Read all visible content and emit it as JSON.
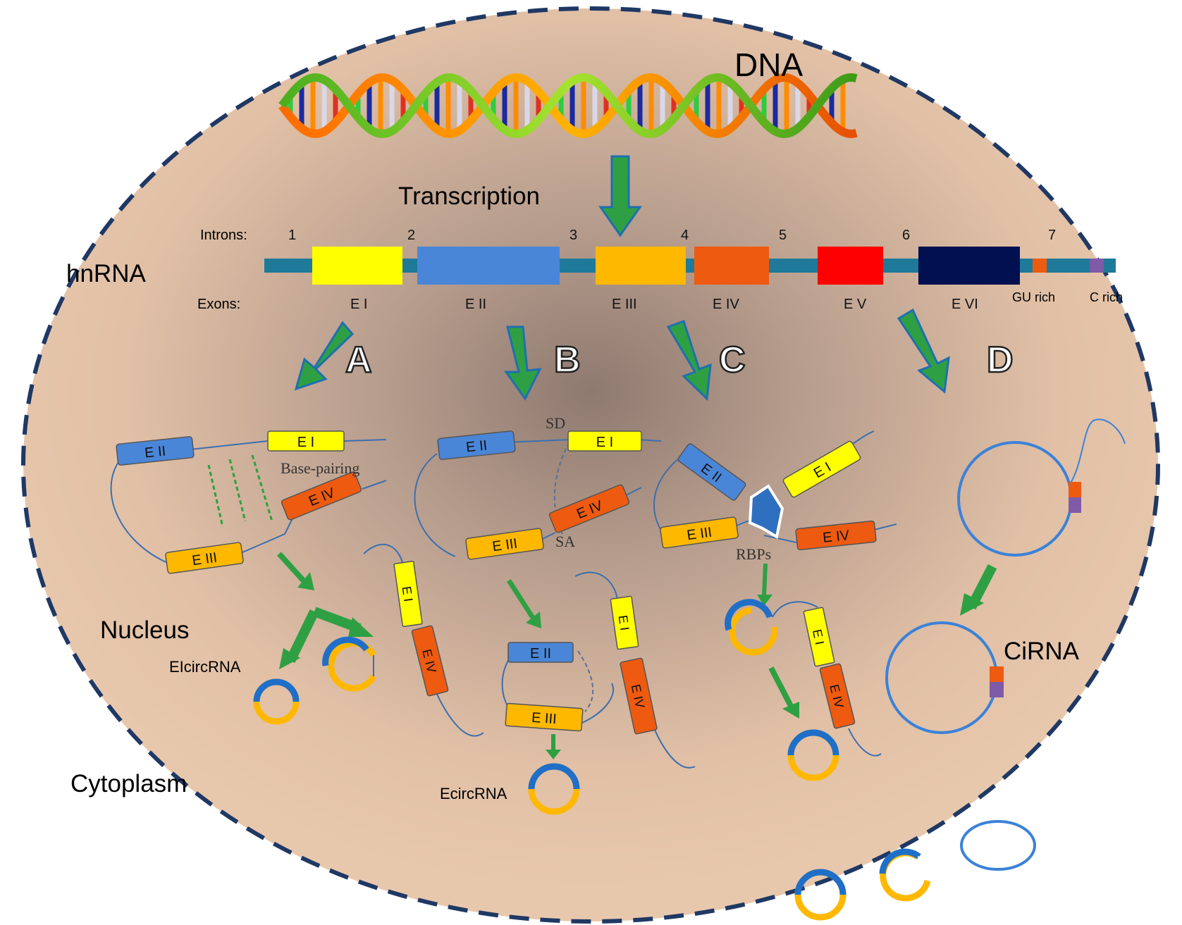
{
  "title": "DNA",
  "transcription": "Transcription",
  "hnrna": "hnRNA",
  "introns_label": "Introns:",
  "introns": [
    "1",
    "2",
    "3",
    "4",
    "5",
    "6",
    "7"
  ],
  "exons_label": "Exons:",
  "exons": [
    "E I",
    "E II",
    "E III",
    "E IV",
    "E V",
    "E VI"
  ],
  "gu_rich": "GU rich",
  "c_rich": "C rich",
  "pathways": [
    "A",
    "B",
    "C",
    "D"
  ],
  "labels": {
    "base_pairing": "Base-pairing",
    "sd": "SD",
    "sa": "SA",
    "rbps": "RBPs",
    "nucleus": "Nucleus",
    "cytoplasm": "Cytoplasm",
    "elcircrna": "EIcircRNA",
    "ecircrna": "EcircRNA",
    "cirna": "CiRNA"
  },
  "colors": {
    "e1": "#ffff00",
    "e2": "#4a86d8",
    "e3": "#ffb800",
    "e4": "#ee5a10",
    "e5": "#ff0000",
    "e6": "#001050",
    "intron": "#1f7a9a",
    "arrow": "#2ea043",
    "membrane": "#1f3864",
    "gu": "#ee5a10",
    "c": "#7f5aa8"
  }
}
